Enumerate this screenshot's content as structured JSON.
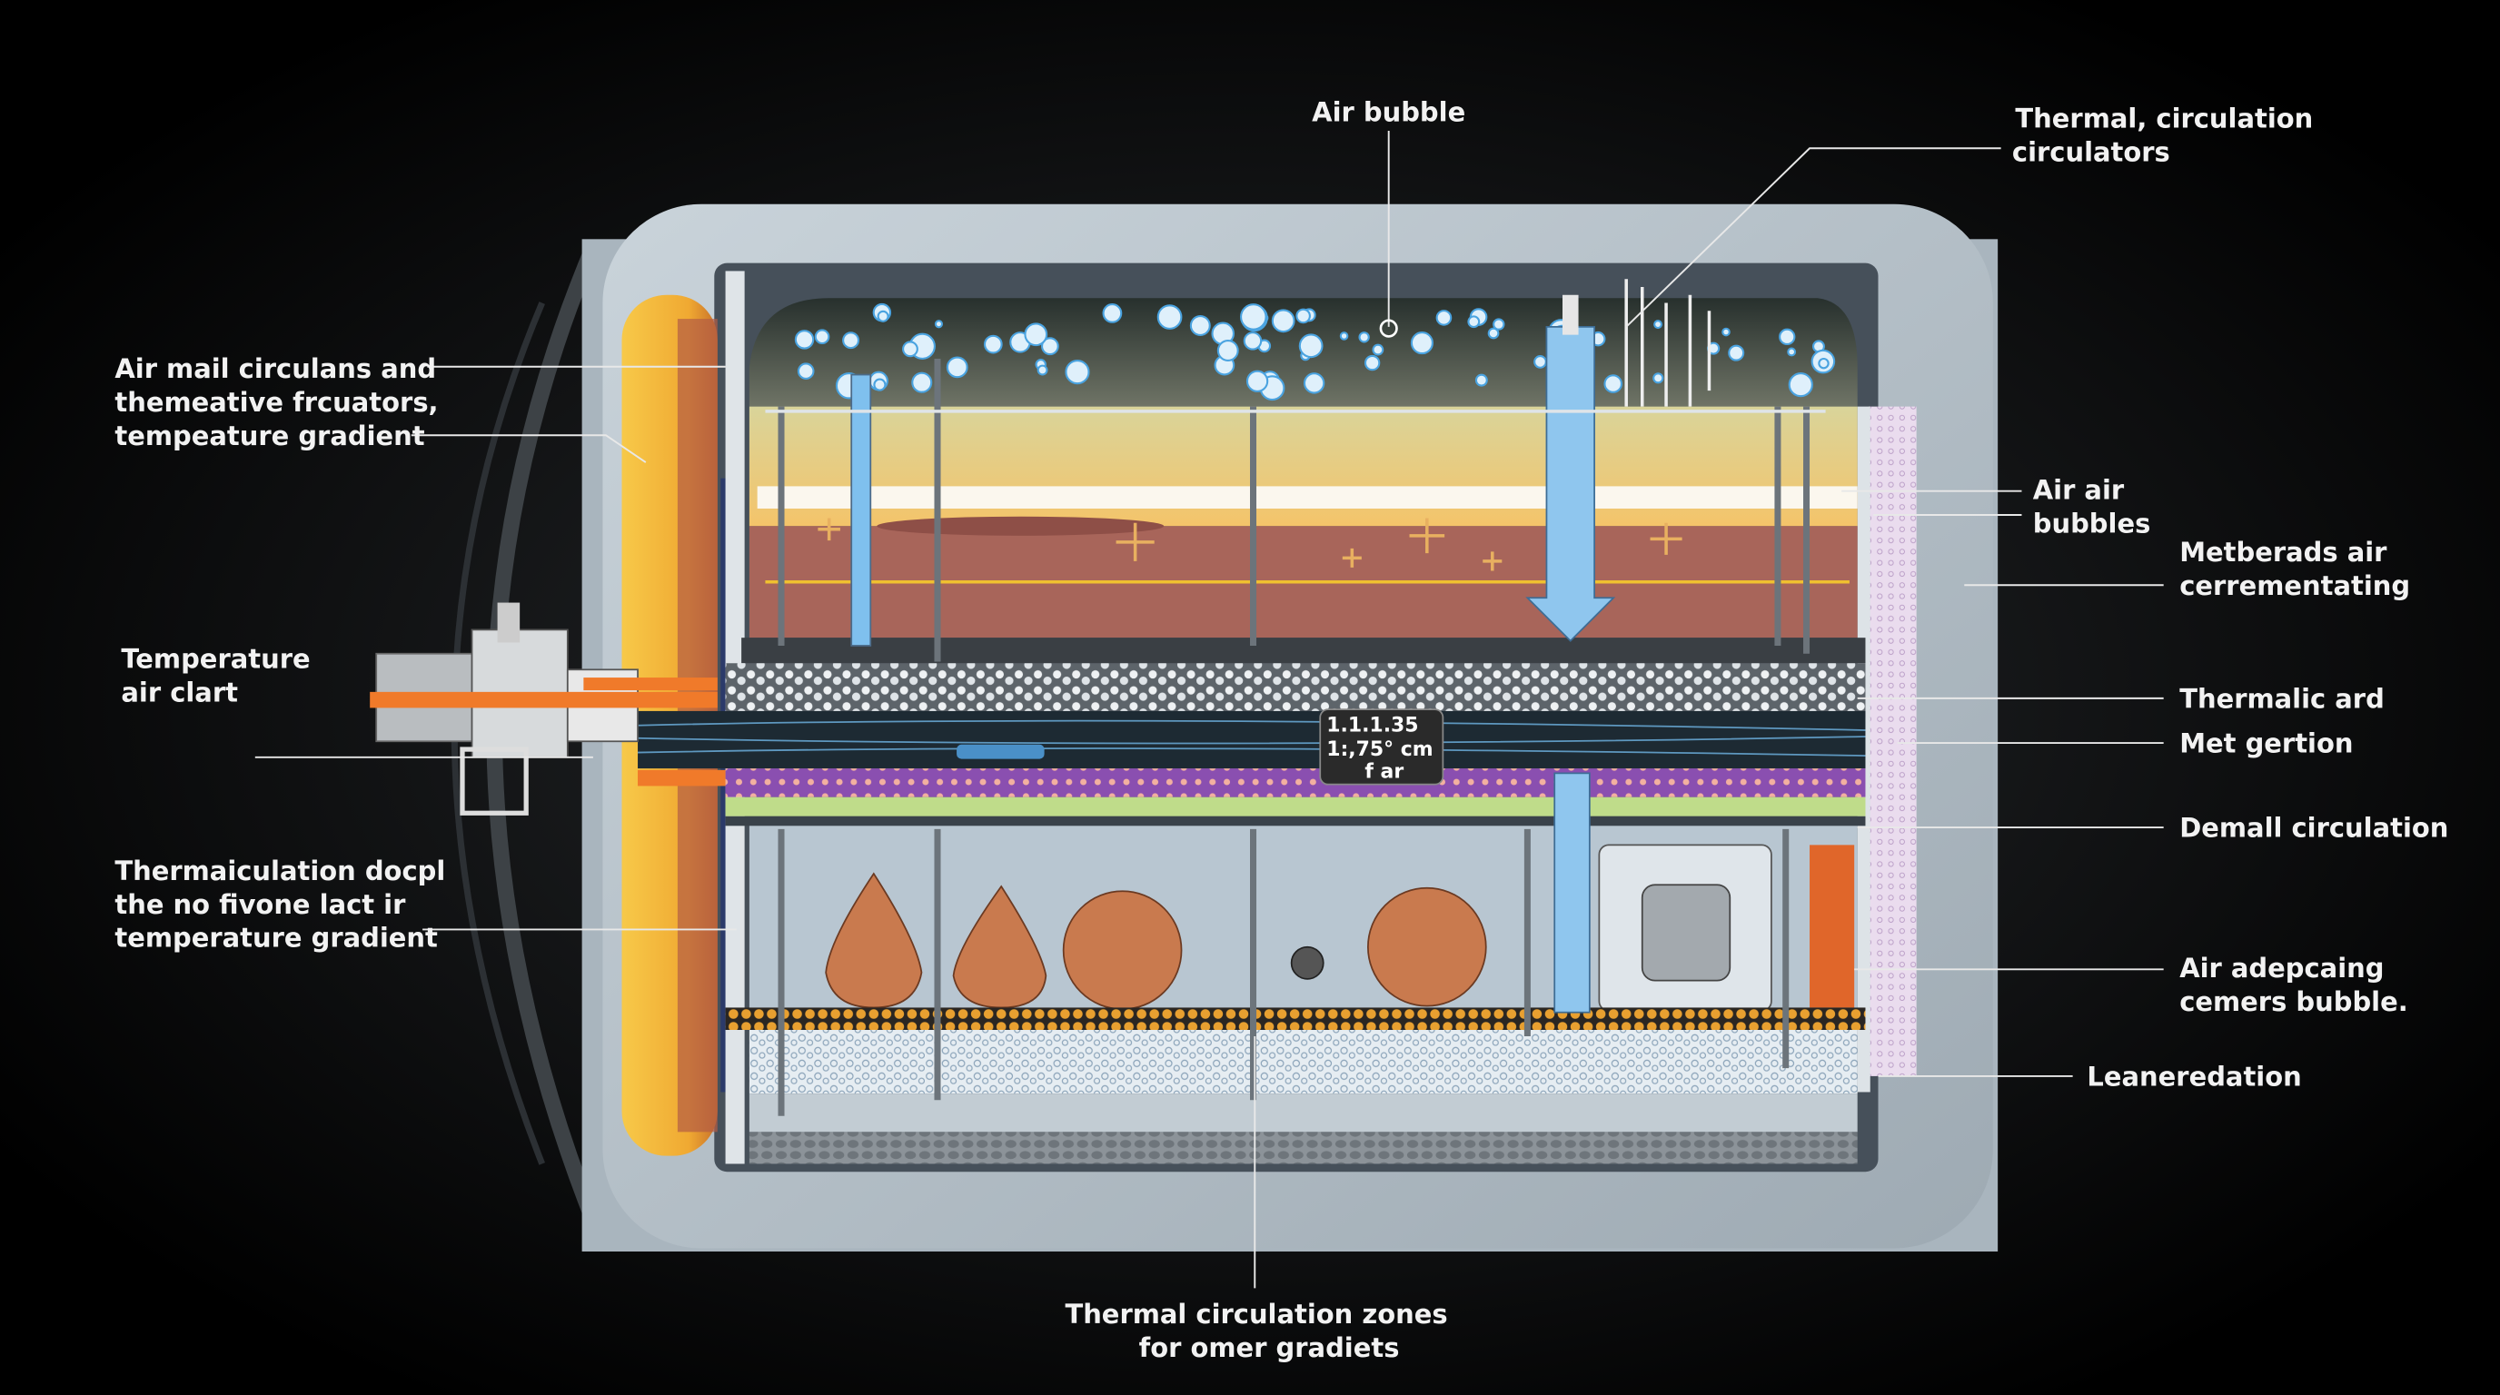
{
  "labels": {
    "air_bubble": "Air bubble",
    "thermal_circulators": [
      "Thermal, circulation",
      "circulators"
    ],
    "air_mail": [
      "Air mail circulans and",
      "themeative frcuators,",
      "tempeature gradient"
    ],
    "temperature_air": [
      "Temperature",
      "air clart"
    ],
    "thermaiculation": [
      "Thermaiculation docpl",
      "the no fivone lact ir",
      "temperature gradient"
    ],
    "air_air_bubbles": [
      "Air air",
      "bubbles"
    ],
    "metberads": [
      "Metberads air",
      "cerrementating"
    ],
    "thermalic": "Thermalic ard",
    "met_gertion": "Met gertion",
    "demall": "Demall circulation",
    "air_adepcaing": [
      "Air adepcaing",
      "cemers bubble."
    ],
    "leaneredation": "Leaneredation",
    "thermal_zones": [
      "Thermal circulation zones",
      "for omer gradiets"
    ]
  },
  "readout": [
    "1.1.1.35",
    "1:,75° cm",
    "f ar"
  ],
  "colors": {
    "background": "#000000",
    "tank_shell": "#b7c3cc",
    "insulation_yellow": "#f2b73a",
    "sand_band": "#f0c878",
    "clay_band": "#a8655a",
    "purple_band": "#8a4fb0",
    "orange_dots": "#e8a030",
    "accent_orange": "#f07a2a",
    "bubble_blue": "#4aa3e0"
  }
}
